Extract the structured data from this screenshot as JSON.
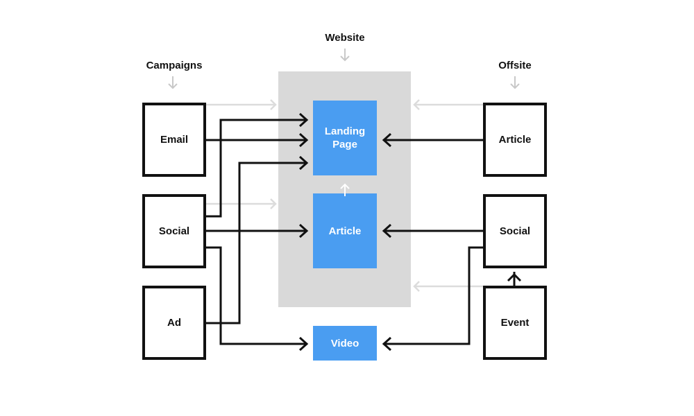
{
  "headings": {
    "website": "Website",
    "campaigns": "Campaigns",
    "offsite": "Offsite"
  },
  "campaigns": {
    "email": "Email",
    "social": "Social",
    "ad": "Ad"
  },
  "website": {
    "landing_page": "Landing Page",
    "article": "Article",
    "video": "Video"
  },
  "offsite": {
    "article": "Article",
    "social": "Social",
    "event": "Event"
  },
  "colors": {
    "node_blue": "#4a9df1",
    "website_bg": "#d9d9d9",
    "connector": "#111111",
    "faded_connector": "#d4d4d4"
  }
}
